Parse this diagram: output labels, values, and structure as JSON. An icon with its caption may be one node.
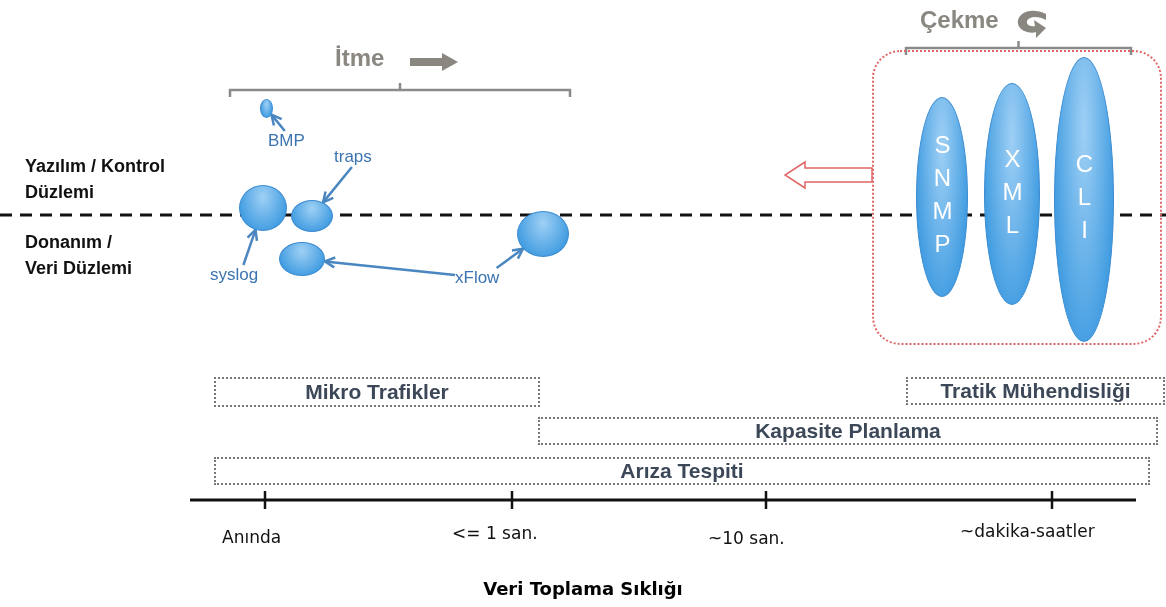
{
  "diagram": {
    "caption": "Veri Toplama Sıklığı",
    "nodes": [
      {
        "text": [],
        "shape": "circle"
      },
      {
        "text": [
          "BMP"
        ]
      },
      {
        "text": [
          "traps"
        ]
      },
      {
        "text": [],
        "shape": "circle"
      },
      {
        "text": [],
        "shape": "circle"
      },
      {
        "text": [],
        "shape": "circle"
      },
      {
        "text": [],
        "shape": "circle"
      },
      {
        "text": [
          "syslog"
        ]
      },
      {
        "text": [
          "xFlow"
        ]
      },
      {
        "text": [],
        "shape": "box"
      },
      {
        "text": [
          "SNMP"
        ],
        "in": 9
      },
      {
        "text": [
          "XML"
        ],
        "in": 9
      },
      {
        "text": [
          "CLI"
        ],
        "in": 9
      },
      {
        "text": [
          "Mikro Trafikler"
        ]
      },
      {
        "text": [
          "Tratik Mühendisliği"
        ]
      },
      {
        "text": [
          "Kapasite Planlama"
        ]
      },
      {
        "text": [
          "Arıza Tespiti"
        ]
      }
    ],
    "edges": [
      {
        "from": 1,
        "to": 0,
        "arrow": "to"
      },
      {
        "from": 2,
        "to": 4,
        "arrow": "to"
      },
      {
        "from": 7,
        "to": 3,
        "arrow": "to"
      },
      {
        "from": 8,
        "to": 6,
        "arrow": "to"
      },
      {
        "from": 8,
        "to": 5,
        "arrow": "to"
      },
      {
        "from": 9,
        "to": null,
        "arrow": "to",
        "style": "thick",
        "color": "#e06666"
      }
    ],
    "labels": [
      "Çekme",
      "İtme",
      "Yazılım / Kontrol Düzlemi",
      "Donanım / Veri Düzlemi",
      "Anında",
      "<= 1 san.",
      "~10 san.",
      "~dakika-saatler"
    ]
  }
}
